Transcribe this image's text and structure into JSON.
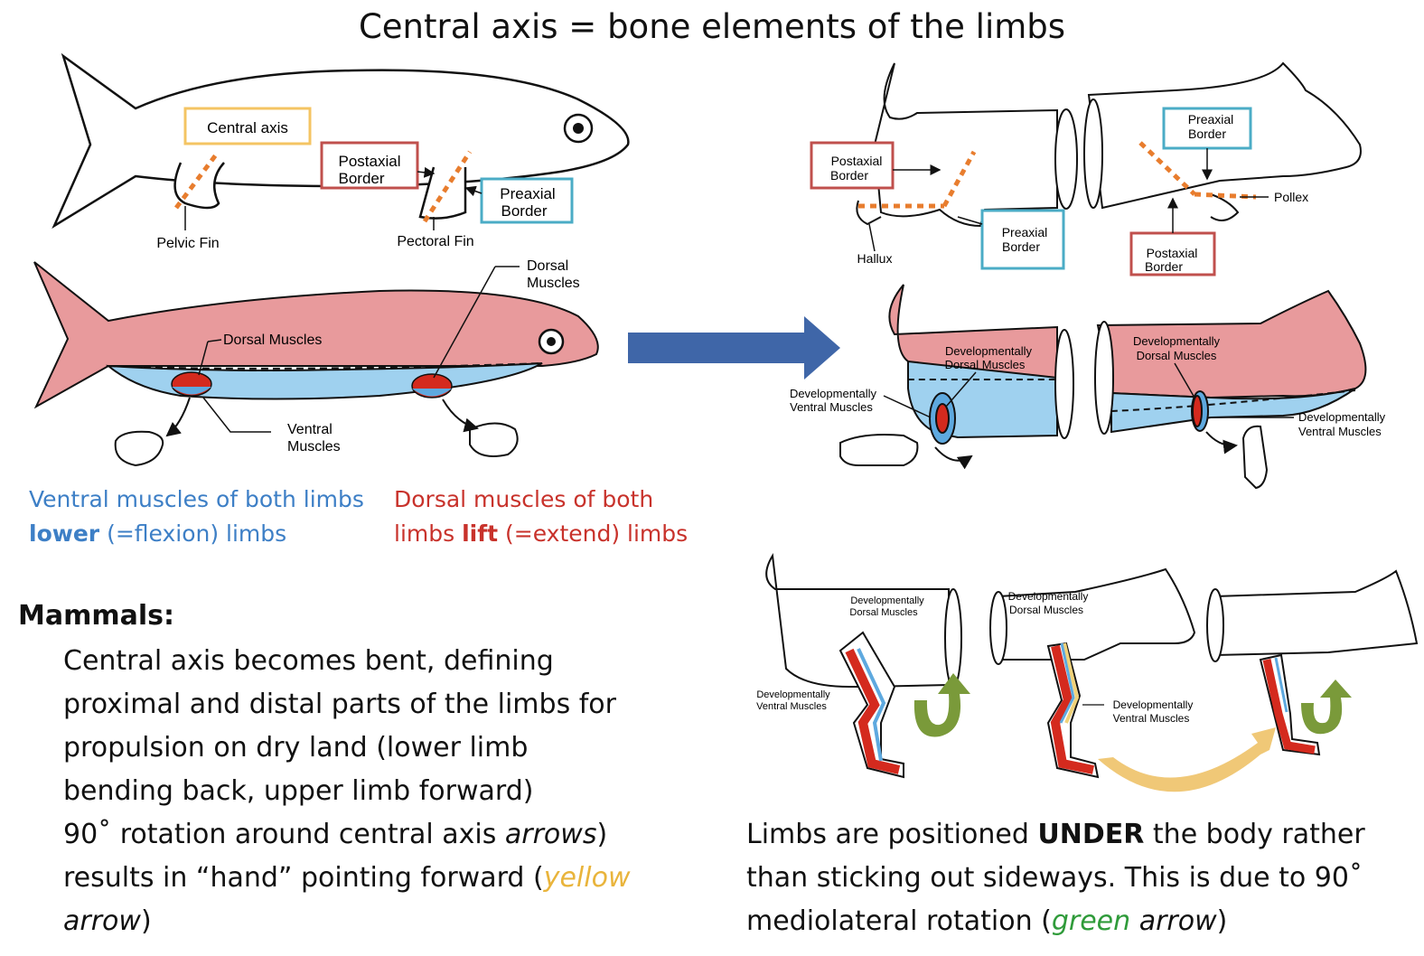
{
  "title": "Central axis = bone elements of the limbs",
  "fish_top": {
    "central_axis": "Central axis",
    "postaxial": [
      "Postaxial",
      "Border"
    ],
    "preaxial": [
      "Preaxial",
      "Border"
    ],
    "pelvic_fin": "Pelvic Fin",
    "pectoral_fin": "Pectoral Fin"
  },
  "fish_bottom": {
    "dorsal_muscles": "Dorsal Muscles",
    "dorsal_muscles_2": [
      "Dorsal",
      "Muscles"
    ],
    "ventral_muscles": [
      "Ventral",
      "Muscles"
    ]
  },
  "cat_top": {
    "postaxial_left": [
      "Postaxial",
      "Border"
    ],
    "preaxial_left": [
      "Preaxial",
      "Border"
    ],
    "hallux": "Hallux",
    "preaxial_right": [
      "Preaxial",
      "Border"
    ],
    "postaxial_right": [
      "Postaxial",
      "Border"
    ],
    "pollex": "Pollex"
  },
  "cat_mid": {
    "dev_dorsal_left": [
      "Developmentally",
      "Dorsal Muscles"
    ],
    "dev_ventral_left": [
      "Developmentally",
      "Ventral Muscles"
    ],
    "dev_dorsal_right": [
      "Developmentally",
      "Dorsal Muscles"
    ],
    "dev_ventral_right": [
      "Developmentally",
      "Ventral Muscles"
    ]
  },
  "cat_bottom": {
    "dev_dorsal_a": [
      "Developmentally",
      "Dorsal Muscles"
    ],
    "dev_ventral_a": [
      "Developmentally",
      "Ventral Muscles"
    ],
    "dev_dorsal_b": [
      "Developmentally",
      "Dorsal Muscles"
    ],
    "dev_ventral_b": [
      "Developmentally",
      "Ventral Muscles"
    ]
  },
  "caption_ventral": {
    "line1": "Ventral muscles of both limbs",
    "bold": "lower",
    "rest": " (=flexion) limbs"
  },
  "caption_dorsal": {
    "line1": "Dorsal muscles of both",
    "pre": "limbs ",
    "bold": "lift",
    "rest": " (=extend) limbs"
  },
  "mammals": {
    "heading": "Mammals:",
    "l1": "Central axis becomes bent, defining",
    "l2": "proximal and distal parts of the limbs for",
    "l3": "propulsion on dry land (lower limb",
    "l4": "bending back, upper limb forward)",
    "l5a": "90˚ rotation around central axis ",
    "l5b": "arrows",
    "l5c": ")",
    "l6a": "results in “hand” pointing forward (",
    "l6b": "yellow",
    "l7a": "arrow",
    "l7b": ")"
  },
  "limbs_note": {
    "a": "Limbs are positioned ",
    "b": "UNDER",
    "c": " the body rather",
    "d": "than sticking out sideways. This is due to 90˚",
    "e": "mediolateral rotation (",
    "f": "green",
    "g": " ",
    "h": "arrow",
    "i": ")"
  },
  "colors": {
    "dorsal_pink": "#e89a9c",
    "ventral_blue": "#9fd1ef",
    "axis_orange": "#e87d2e",
    "box_yellow": "#f4c463",
    "box_red": "#c0504d",
    "box_cyan": "#4bacc6",
    "arrow_blue": "#3f66a8",
    "green_arrow": "#7a9a3a",
    "yellow_arrow": "#f0c877",
    "muscle_red": "#d42a1e"
  },
  "icons": [
    "right-arrow-icon",
    "curved-green-arrow-icon",
    "curved-yellow-arrow-icon"
  ]
}
